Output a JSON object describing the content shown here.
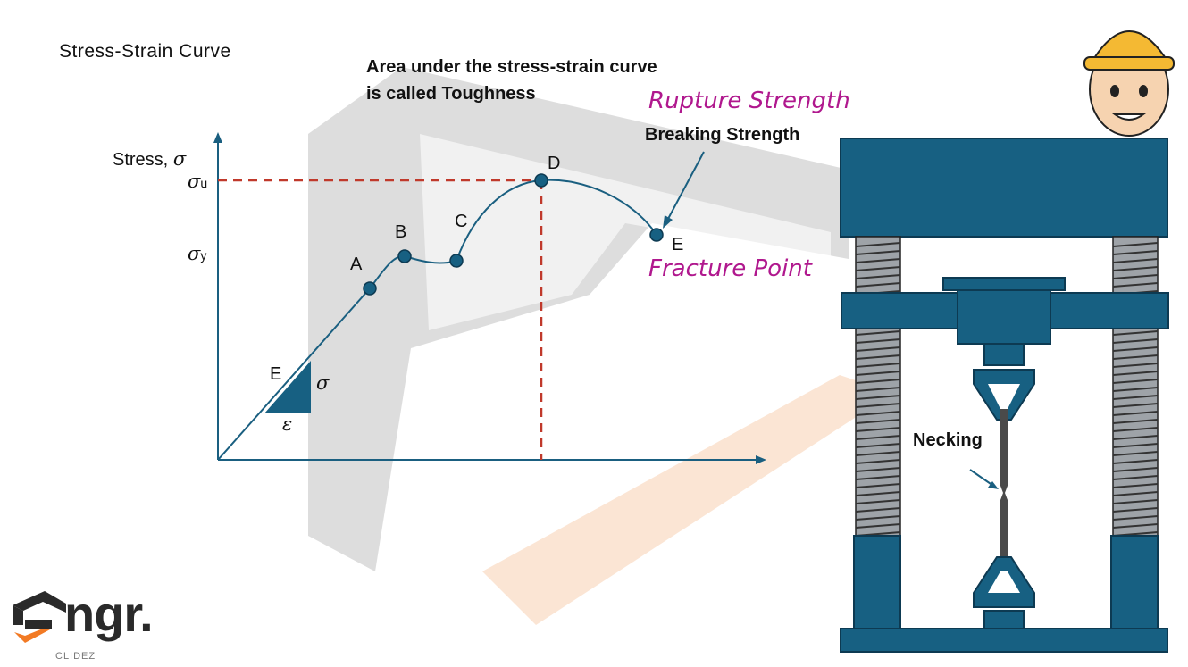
{
  "title": "Stress-Strain Curve",
  "note": "Area under the stress-strain curve is called Toughness",
  "axis": {
    "y_label": "Stress,",
    "sigma_symbol": "σ",
    "sigma_u": "u",
    "sigma_y": "y"
  },
  "points": {
    "A": "A",
    "B": "B",
    "C": "C",
    "D": "D",
    "E": "E"
  },
  "slope": {
    "modulus": "E",
    "sigma": "σ",
    "epsilon": "ε"
  },
  "annotations": {
    "rupture": "Rupture Strength",
    "breaking": "Breaking Strength",
    "fracture": "Fracture Point",
    "necking": "Necking"
  },
  "brand": {
    "name": "ngr.",
    "sub": "CLIDEZ"
  },
  "colors": {
    "curve": "#1a5f80",
    "dashed": "#c0392b",
    "machine": "#176082",
    "script": "#b0188e"
  }
}
